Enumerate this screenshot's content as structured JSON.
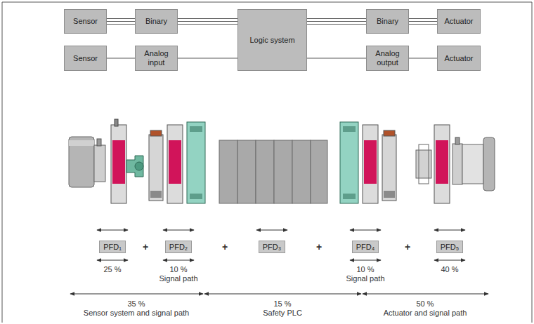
{
  "diagram": {
    "nodes": [
      {
        "text": [
          "Sensor"
        ]
      },
      {
        "text": [
          "Binary"
        ]
      },
      {
        "text": [
          "Logic system"
        ]
      },
      {
        "text": [
          "Binary"
        ]
      },
      {
        "text": [
          "Actuator"
        ]
      },
      {
        "text": [
          "Sensor"
        ]
      },
      {
        "text": [
          "Analog input"
        ]
      },
      {
        "text": [
          "Analog output"
        ]
      },
      {
        "text": [
          "Actuator"
        ]
      },
      {
        "text": [
          "PFD₁"
        ]
      },
      {
        "text": [
          "PFD₂"
        ]
      },
      {
        "text": [
          "PFD₃"
        ]
      },
      {
        "text": [
          "PFD₄"
        ]
      },
      {
        "text": [
          "PFD₅"
        ]
      }
    ],
    "edges": [
      {
        "from": 0,
        "to": 1,
        "arrow": "none"
      },
      {
        "from": 1,
        "to": 2,
        "arrow": "none"
      },
      {
        "from": 2,
        "to": 3,
        "arrow": "none"
      },
      {
        "from": 3,
        "to": 4,
        "arrow": "none"
      },
      {
        "from": 5,
        "to": 6,
        "arrow": "none"
      },
      {
        "from": 6,
        "to": 2,
        "arrow": "none"
      },
      {
        "from": 2,
        "to": 7,
        "arrow": "none"
      },
      {
        "from": 7,
        "to": 8,
        "arrow": "none"
      }
    ],
    "labels": [
      "+",
      "+",
      "+",
      "+",
      "25 %",
      "10 %",
      "10 %",
      "40 %",
      "Signal path",
      "Signal path",
      "35 %",
      "15 %",
      "50 %",
      "Sensor system and signal path",
      "Safety PLC",
      "Actuator and signal path"
    ]
  }
}
